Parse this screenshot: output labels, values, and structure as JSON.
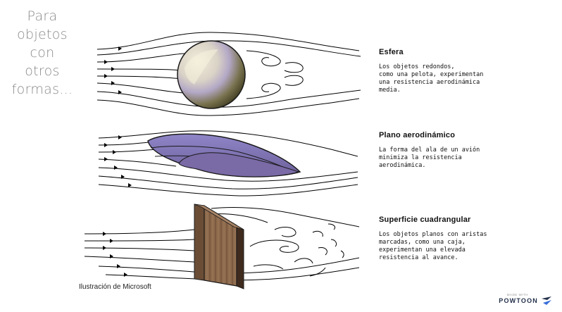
{
  "side_title": [
    "Para",
    "objetos",
    "con",
    "otros",
    "formas..."
  ],
  "sections": [
    {
      "title": "Esfera",
      "description": [
        "Los objetos redondos,",
        "como una pelota, experimentan",
        "una resistencia aerodinámica",
        "media."
      ]
    },
    {
      "title": "Plano aerodinámico",
      "description": [
        "La forma del ala de un avión",
        "minimiza la resistencia",
        "aerodinámica."
      ]
    },
    {
      "title": "Superficie cuadrangular",
      "description": [
        "Los objetos planos con aristas",
        "marcadas, como una caja,",
        "experimentan una elevada",
        "resistencia al avance."
      ]
    }
  ],
  "credit": "Ilustración de Microsoft",
  "logo": {
    "made_with": "MADE WITH",
    "brand": "POWTOON"
  },
  "colors": {
    "sphere_light": "#f3eedb",
    "sphere_mid": "#b3a8c6",
    "sphere_dark": "#2c2a10",
    "wing_top": "#8f86c8",
    "wing_bottom": "#6d5f9a",
    "plate_front": "#8e6a4c",
    "plate_dark": "#3f2b1e",
    "flow_line": "#000000"
  }
}
